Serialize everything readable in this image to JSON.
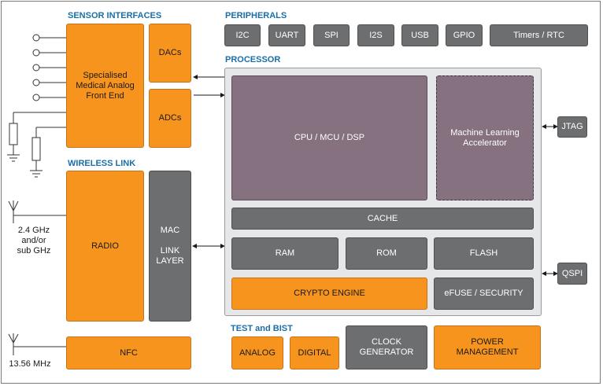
{
  "sections": {
    "sensor": "SENSOR INTERFACES",
    "peripherals": "PERIPHERALS",
    "processor": "PROCESSOR",
    "wireless": "WIRELESS LINK",
    "test": "TEST and BIST"
  },
  "sensor": {
    "afe": "Specialised\nMedical Analog\nFront End",
    "dacs": "DACs",
    "adcs": "ADCs"
  },
  "peripherals": [
    "I2C",
    "UART",
    "SPI",
    "I2S",
    "USB",
    "GPIO",
    "Timers / RTC"
  ],
  "processor": {
    "cpu": "CPU / MCU / DSP",
    "ml": "Machine Learning\nAccelerator",
    "cache": "CACHE",
    "ram": "RAM",
    "rom": "ROM",
    "flash": "FLASH",
    "crypto": "CRYPTO ENGINE",
    "efuse": "eFUSE / SECURITY"
  },
  "external": {
    "jtag": "JTAG",
    "qspi": "QSPI"
  },
  "wireless": {
    "radio": "RADIO",
    "mac": "MAC\n\nLINK\nLAYER",
    "nfc": "NFC",
    "band_radio": "2.4 GHz\nand/or\nsub GHz",
    "band_nfc": "13.56 MHz"
  },
  "test": {
    "analog": "ANALOG",
    "digital": "DIGITAL",
    "clock": "CLOCK\nGENERATOR",
    "power": "POWER\nMANAGEMENT"
  },
  "colors": {
    "orange": "#f7941d",
    "gray": "#6d6e70",
    "purple": "#85717f",
    "heading": "#1a6fa8"
  }
}
